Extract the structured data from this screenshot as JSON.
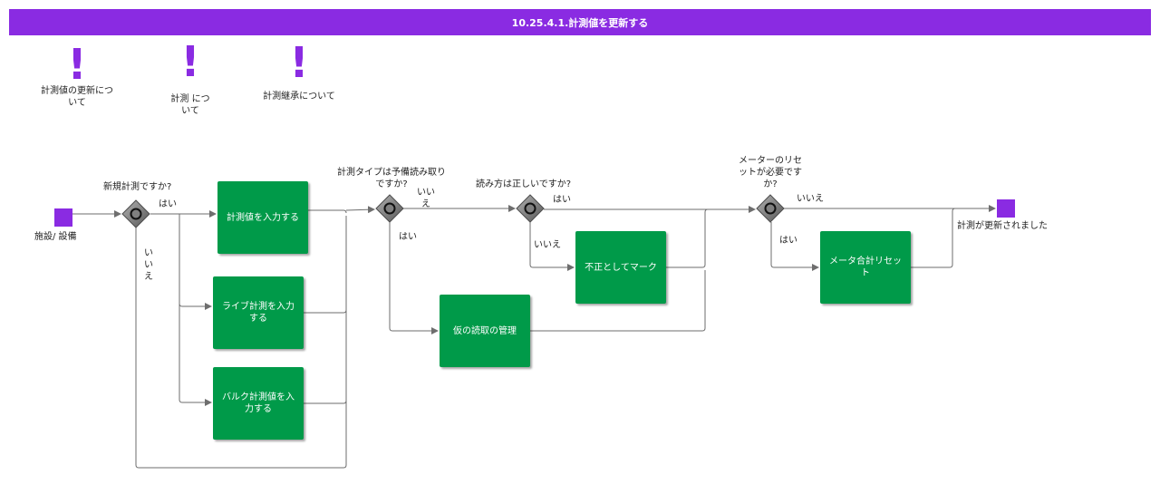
{
  "title": "10.25.4.1.計測値を更新する",
  "notes": [
    {
      "icon": "exclamation-icon",
      "text": "計測値の更新について"
    },
    {
      "icon": "exclamation-icon",
      "text": "計測 について"
    },
    {
      "icon": "exclamation-icon",
      "text": "計測継承について"
    }
  ],
  "start_event": "施設/ 設備",
  "end_event": "計測が更新されました",
  "gateways": {
    "g1": "新規計測ですか?",
    "g2": "計測タイプは予備読み取りですか?",
    "g3": "読み方は正しいですか?",
    "g4": "メーターのリセットが必要ですか?"
  },
  "tasks": {
    "enter_value": "計測値を入力する",
    "live": "ライブ計測を入力する",
    "bulk": "バルク計測値を入力する",
    "provisional": "仮の読取の管理",
    "mark_invalid": "不正としてマーク",
    "reset": "メータ合計リセット"
  },
  "flow_labels": {
    "g1_yes": "はい",
    "g1_no": "いいえ",
    "g2_no": "いいえ",
    "g2_yes": "はい",
    "g3_yes": "はい",
    "g3_no": "いいえ",
    "g4_no": "いいえ",
    "g4_yes": "はい"
  },
  "colors": {
    "banner": "#8a2be2",
    "task": "#009a49",
    "event": "#8a2be2",
    "gateway": "#808080"
  }
}
